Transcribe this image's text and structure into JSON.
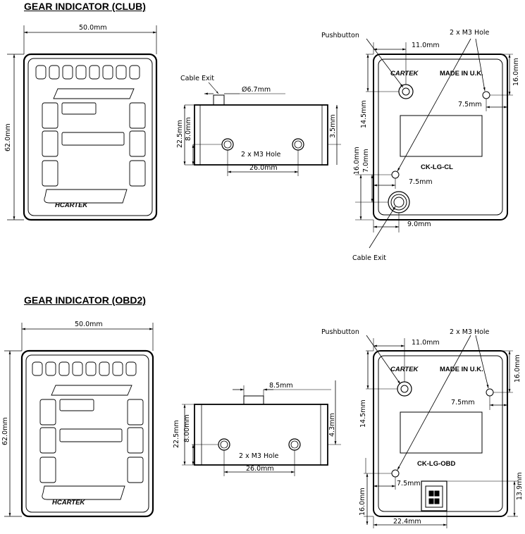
{
  "club": {
    "title": "GEAR INDICATOR (CLUB)",
    "front": {
      "width": "50.0mm",
      "height": "62.0mm",
      "brand": "HCARTEK"
    },
    "side": {
      "cable_exit": "Cable Exit",
      "diameter": "Ø6.7mm",
      "height": "22.5mm",
      "hole_offset": "8.0mm",
      "right_offset": "3.5mm",
      "holes": "2 x M3 Hole",
      "hole_spacing": "26.0mm"
    },
    "back": {
      "pushbutton": "Pushbutton",
      "m3_holes": "2 x M3 Hole",
      "brand": "CARTEK",
      "made_in": "MADE IN U.K.",
      "model": "CK-LG-CL",
      "d_11": "11.0mm",
      "d_16": "16.0mm",
      "d_75a": "7.5mm",
      "d_145": "14.5mm",
      "d_16b": "16.0mm",
      "d_7": "7.0mm",
      "d_75b": "7.5mm",
      "d_9": "9.0mm",
      "cable_exit": "Cable Exit"
    }
  },
  "obd": {
    "title": "GEAR INDICATOR (OBD2)",
    "front": {
      "width": "50.0mm",
      "height": "62.0mm",
      "brand": "HCARTEK"
    },
    "side": {
      "top_width": "8.5mm",
      "height": "22.5mm",
      "hole_offset": "8.00mm",
      "right_offset": "4.3mm",
      "holes": "2 x M3 Hole",
      "hole_spacing": "26.0mm"
    },
    "back": {
      "pushbutton": "Pushbutton",
      "m3_holes": "2 x M3 Hole",
      "brand": "CARTEK",
      "made_in": "MADE IN U.K.",
      "model": "CK-LG-OBD",
      "d_11": "11.0mm",
      "d_16": "16.0mm",
      "d_75a": "7.5mm",
      "d_145": "14.5mm",
      "d_139": "13.9mm",
      "d_75b": "7.5mm",
      "d_16b": "16.0mm",
      "d_224": "22.4mm"
    }
  }
}
